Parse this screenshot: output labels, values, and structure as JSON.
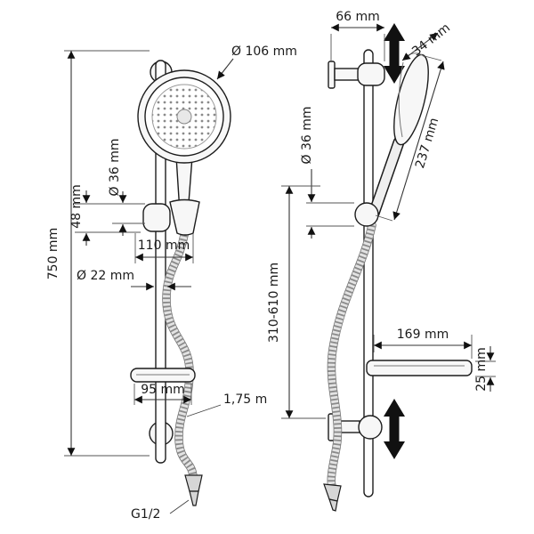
{
  "dims": {
    "front": {
      "overall_height": "750 mm",
      "head_diameter": "Ø 106 mm",
      "holder_diameter": "Ø 36 mm",
      "holder_height": "48 mm",
      "holder_reach": "110 mm",
      "rail_diameter": "Ø 22 mm",
      "dish_width": "95 mm",
      "hose_length": "1,75 m",
      "thread": "G1/2"
    },
    "side": {
      "wall_depth": "66 mm",
      "head_thickness": "34 mm",
      "holder_diameter": "Ø 36 mm",
      "shower_length": "237 mm",
      "height_range": "310-610 mm",
      "dish_depth": "169 mm",
      "dish_thickness": "25 mm"
    }
  }
}
